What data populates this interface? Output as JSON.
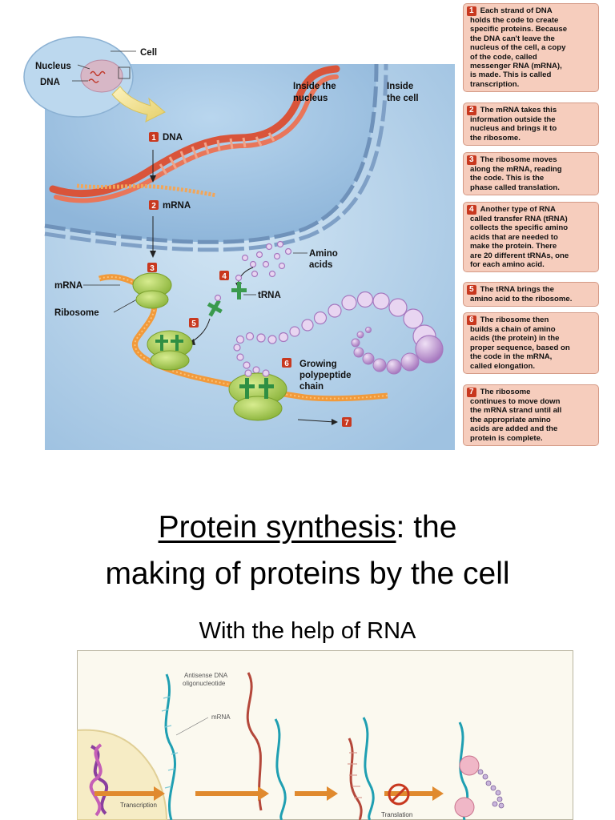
{
  "diagram1": {
    "labels": {
      "cell": "Cell",
      "nucleus": "Nucleus",
      "dna_left": "DNA",
      "inside_nucleus_l1": "Inside the",
      "inside_nucleus_l2": "nucleus",
      "inside_cell_l1": "Inside",
      "inside_cell_l2": "the cell",
      "dna": "DNA",
      "mrna": "mRNA",
      "mrna_left": "mRNA",
      "ribosome": "Ribosome",
      "amino_l1": "Amino",
      "amino_l2": "acids",
      "trna": "tRNA",
      "growing_l1": "Growing",
      "growing_l2": "polypeptide",
      "growing_l3": "chain"
    },
    "markers": [
      "1",
      "2",
      "3",
      "4",
      "5",
      "6",
      "7"
    ]
  },
  "steps": [
    {
      "num": "1",
      "lines": [
        "Each strand of DNA",
        "holds the code to create",
        "specific proteins. Because",
        "the DNA can't leave the",
        "nucleus of the cell, a copy",
        "of the code, called",
        "messenger RNA (mRNA),",
        "is made. This is called",
        "transcription."
      ]
    },
    {
      "num": "2",
      "lines": [
        "The mRNA takes this",
        "information outside the",
        "nucleus and brings it to",
        "the ribosome."
      ]
    },
    {
      "num": "3",
      "lines": [
        "The ribosome moves",
        "along the mRNA, reading",
        "the code. This is the",
        "phase called translation."
      ]
    },
    {
      "num": "4",
      "lines": [
        "Another type of RNA",
        "called transfer RNA (tRNA)",
        "collects the specific amino",
        "acids that are needed to",
        "make the protein. There",
        "are 20 different tRNAs, one",
        "for each amino acid."
      ]
    },
    {
      "num": "5",
      "lines": [
        "The tRNA brings the",
        "amino acid to the ribosome."
      ]
    },
    {
      "num": "6",
      "lines": [
        "The ribosome then",
        "builds a chain of amino",
        "acids (the protein) in the",
        "proper sequence, based on",
        "the code in the mRNA,",
        "called elongation."
      ]
    },
    {
      "num": "7",
      "lines": [
        "The ribosome",
        "continues to move down",
        "the mRNA strand until all",
        "the appropriate amino",
        "acids are added and the",
        "protein is complete."
      ]
    }
  ],
  "heading": {
    "term": "Protein synthesis",
    "rest1": ": the",
    "line2": "making of proteins by the cell",
    "subtitle": "With the help of RNA"
  },
  "diagram2": {
    "antisense_l1": "Antisense DNA",
    "antisense_l2": "oligonucleotide",
    "mrna": "mRNA",
    "transcription": "Transcription",
    "translation": "Translation"
  },
  "colors": {
    "step_box": "#f6cdbd",
    "marker": "#c8381f",
    "cell_bg": "#a9cbe6",
    "dna": "#d9543a",
    "ribosome": "#9cc13f",
    "trna": "#3a9a4d",
    "amino": "#c9a4d8",
    "mrna_strand": "#f29a3a"
  }
}
